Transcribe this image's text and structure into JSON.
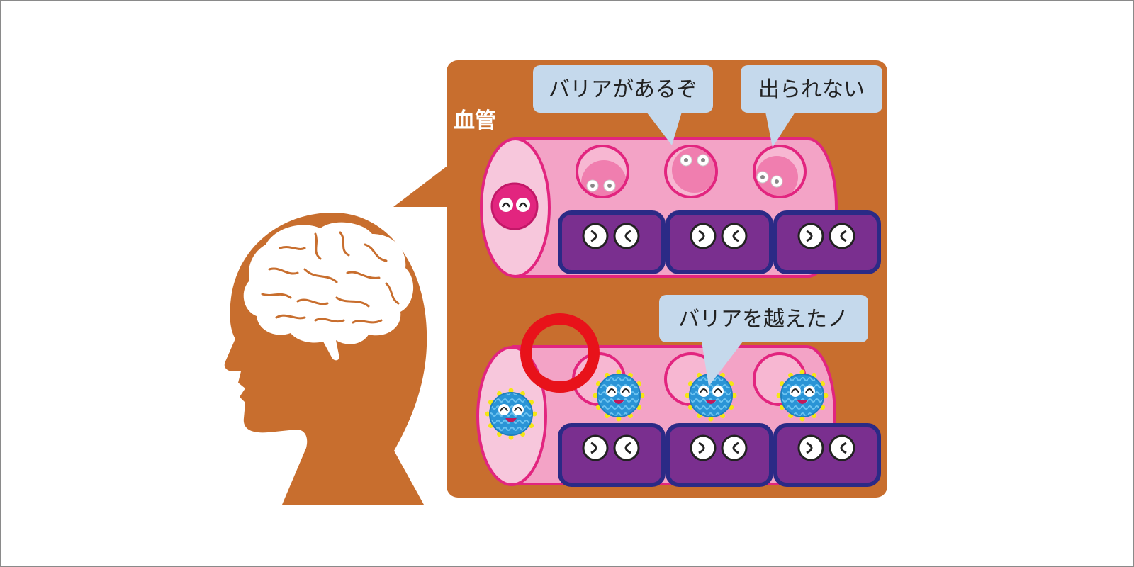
{
  "labels": {
    "vessel": "血管",
    "bubble_barrier": "バリアがあるぞ",
    "bubble_cannot_exit": "出られない",
    "bubble_crossed": "バリアを越えたノ"
  },
  "colors": {
    "frame_border": "#8a8a8a",
    "brown": "#c86e2e",
    "vessel_pink": "#f3a3c6",
    "vessel_light": "#f7c7dc",
    "vessel_stroke": "#e2257f",
    "cell_purple": "#7a2f8f",
    "cell_border": "#2b2a86",
    "bubble_blue": "#c5d9ec",
    "ring_red": "#e8121a",
    "virus_blue": "#2a94d6"
  }
}
